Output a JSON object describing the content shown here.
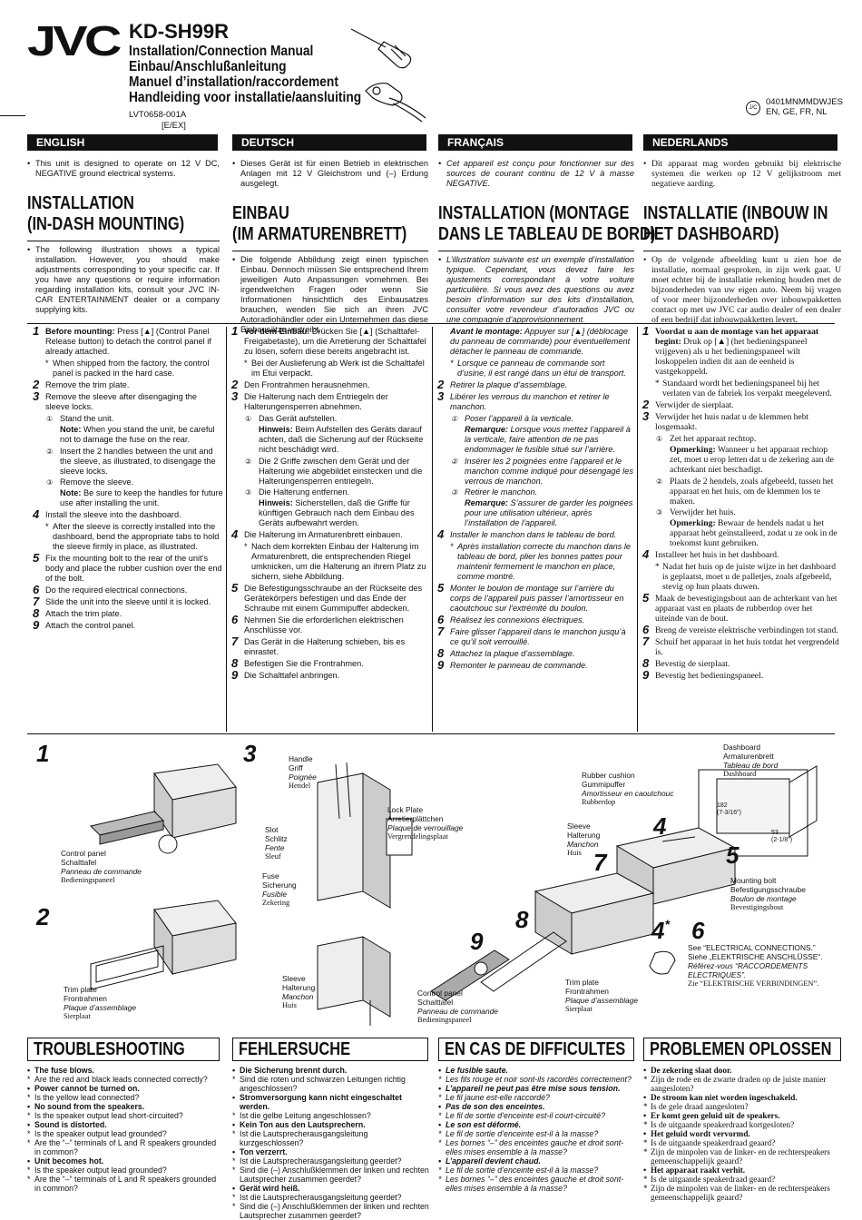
{
  "header": {
    "brand": "JVC",
    "model": "KD-SH99R",
    "titles": [
      "Installation/Connection Manual",
      "Einbau/Anschlußanleitung",
      "Manuel d’installation/raccordement",
      "Handleiding voor installatie/aansluiting"
    ],
    "doc_code": "LVT0658-001A",
    "doc_region": "[E/EX]",
    "badge": "J/C",
    "print_code": "0401MNMMDWJES",
    "languages_code": "EN, GE, FR, NL"
  },
  "lang_tabs": [
    "ENGLISH",
    "DEUTSCH",
    "FRANÇAIS",
    "NEDERLANDS"
  ],
  "intro": [
    "This unit is designed to operate on 12 V DC, NEGATIVE ground electrical systems.",
    "Dieses Gerät ist für einen Betrieb in elektrischen Anlagen mit 12 V Gleichstrom und (–) Erdung ausgelegt.",
    "Cet appareil est conçu pour fonctionner sur des sources de courant continu de 12 V à masse NEGATIVE.",
    "Dit apparaat mag worden gebruikt bij elektrische systemen die werken op 12 V gelijkstroom met negatieve aarding."
  ],
  "section_titles": [
    [
      "INSTALLATION",
      "(IN-DASH MOUNTING)"
    ],
    [
      "EINBAU",
      "(IM ARMATURENBRETT)"
    ],
    [
      "INSTALLATION (MONTAGE",
      "DANS LE TABLEAU DE BORD)"
    ],
    [
      "INSTALLATIE (INBOUW IN",
      "HET DASHBOARD)"
    ]
  ],
  "section_intro": [
    "The following illustration shows a typical installation. However, you should make adjustments corresponding to your specific car. If you have any questions or require information regarding installation kits, consult your JVC IN-CAR ENTERTAINMENT dealer or a company supplying kits.",
    "Die folgende Abbildung zeigt einen typischen Einbau. Dennoch müssen Sie entsprechend Ihrem jeweiligen Auto Anpassungen vornehmen. Bei irgendwelchen Fragen oder wenn Sie Informationen hinsichtlich des Einbausatzes brauchen, wenden Sie sich an ihren JVC Autoradiohändler oder ein Unternehmen das diese Einbausätze vertreibt.",
    "L’illustration suivante est un exemple d’installation typique. Cependant, vous devez faire les ajustements correspondant à votre voiture particulière. Si vous avez des questions ou avez besoin d’information sur des kits d’installation, consulter votre revendeur d’autoradios JVC ou une compagnie d’approvisionnement.",
    "Op de volgende afbeelding kunt u zien hoe de installatie, normaal gesproken, in zijn werk gaat. U moet echter bij de installatie rekening houden met de bijzonderheden van uw eigen auto. Neem bij vragen of voor meer bijzonderheden over inbouwpakketten contact op met uw JVC car audio dealer of een dealer of een bedrijf dat inbouwpakketten levert."
  ],
  "steps_en": {
    "s1a": "Before mounting:",
    "s1b": " Press [▲] (Control Panel Release button) to detach the control panel if already attached.",
    "s1note": "When shipped from the factory, the control panel is packed in the hard case.",
    "s2": "Remove the trim plate.",
    "s3": "Remove the sleeve after disengaging the sleeve locks.",
    "s3a": "Stand the unit.",
    "s3a_note_k": "Note:",
    "s3a_note": " When you stand the unit, be careful not to damage the fuse on the rear.",
    "s3b": "Insert the 2 handles between the unit and the sleeve, as illustrated, to disengage the sleeve locks.",
    "s3c": "Remove the sleeve.",
    "s3c_note_k": "Note:",
    "s3c_note": " Be sure to keep the handles for future use after installing the unit.",
    "s4": "Install the sleeve into the dashboard.",
    "s4note": "After the sleeve is correctly installed into the dashboard, bend the appropriate tabs to hold the sleeve firmly in place, as illustrated.",
    "s5": "Fix the mounting bolt to the rear of the unit’s body and place the rubber cushion over the end of the bolt.",
    "s6": "Do the required electrical connections.",
    "s7": "Slide the unit into the sleeve until it is locked.",
    "s8": "Attach the trim plate.",
    "s9": "Attach the control panel."
  },
  "steps_de": {
    "s1a": "Vor dem Einbau:",
    "s1b": " Drücken Sie [▲] (Schalttafel-Freigabetaste), um die Arretierung der Schalttafel zu lösen, sofern diese bereits angebracht ist.",
    "s1note": "Bei der Auslieferung ab Werk ist die Schalttafel im Etui verpackt.",
    "s2": "Den Frontrahmen herausnehmen.",
    "s3": "Die Halterung nach dem Entriegeln der Halterungensperren abnehmen.",
    "s3a": "Das Gerät aufstellen.",
    "s3a_note_k": "Hinweis:",
    "s3a_note": " Beim Aufstellen des Geräts darauf achten, daß die Sicherung auf der Rückseite nicht beschädigt wird.",
    "s3b": "Die 2 Griffe zwischen dem Gerät und der Halterung wie abgebildet einstecken und die Halterungensperren entriegeln.",
    "s3c": "Die Halterung entfernen.",
    "s3c_note_k": "Hinweis:",
    "s3c_note": " Sicherstellen, daß die Griffe für künftigen Gebrauch nach dem Einbau des Geräts aufbewahrt werden.",
    "s4": "Die Halterung im Armaturenbrett einbauen.",
    "s4note": "Nach dem korrekten Einbau der Halterung im Armaturenbrett, die entsprechenden Riegel umknicken, um die Halterung an ihrem Platz zu sichern, siehe Abbildung.",
    "s5": "Die Befestigungsschraube an der Rückseite des Gerätekörpers befestigen und das Ende der Schraube mit einem Gummipuffer abdecken.",
    "s6": "Nehmen Sie die erforderlichen elektrischen Anschlüsse vor.",
    "s7": "Das Gerät in die Halterung schieben, bis es einrastet.",
    "s8": "Befestigen Sie die Frontrahmen.",
    "s9": "Die Schalttafel anbringen."
  },
  "steps_fr": {
    "s1a": "Avant le montage:",
    "s1b": " Appuyer sur [▲] (déblocage du panneau de commande) pour éventuellement détacher le panneau de commande.",
    "s1note": "Lorsque ce panneau de commande sort d’usine, il est rangé dans un étui de transport.",
    "s2": "Retirer la plaque d’assemblage.",
    "s3": "Libérer les verrous du manchon et retirer le manchon.",
    "s3a": "Poser l’appareil à la verticale.",
    "s3a_note_k": "Remarque:",
    "s3a_note": " Lorsque vous mettez l’appareil à la verticale, faire attention de ne pas endommager le fusible situé sur l’arrière.",
    "s3b": "Insérer les 2 poignées entre l’appareil et le manchon comme indiqué pour désengagé les verrous de manchon.",
    "s3c": "Retirer le manchon.",
    "s3c_note_k": "Remarque:",
    "s3c_note": " S’assurer de garder les poignées pour une utilisation ultérieur, après l’installation de l’appareil.",
    "s4": "Installer le manchon dans le tableau de bord.",
    "s4note": "Après installation correcte du manchon dans le tableau de bord, plier les bonnes pattes pour maintenir fermement le manchon en place, comme montré.",
    "s5": "Monter le boulon de montage sur l’arrière du corps de l’appareil puis passer l’amortisseur en caoutchouc sur l’extrémité du boulon.",
    "s6": "Réalisez les connexions électriques.",
    "s7": "Faire glisser l’appareil dans le manchon jusqu’à ce qu’il soit verrouillé.",
    "s8": "Attachez la plaque d’assemblage.",
    "s9": "Remonter le panneau de commande."
  },
  "steps_nl": {
    "s1a": "Voordat u aan de montage van het apparaat begint:",
    "s1b": " Druk op [▲] (het bedieningspaneel vrijgeven) als u het bedieningspaneel wilt loskoppelen indien dit aan de eenheid is vastgekoppeld.",
    "s1note": "Standaard wordt het bedieningspaneel bij het verlaten van de fabriek los verpakt meegeleverd.",
    "s2": "Verwijder de sierplaat.",
    "s3": "Verwijder het huis nadat u de klemmen hebt losgemaakt.",
    "s3a": "Zet het apparaat rechtop.",
    "s3a_note_k": "Opmerking:",
    "s3a_note": " Wanneer u het apparaat rechtop zet, moet u erop letten dat u de zekering aan de achterkant niet beschadigt.",
    "s3b": "Plaats de 2 hendels, zoals afgebeeld, tussen het apparaat en het huis, om de klemmen los te maken.",
    "s3c": "Verwijder het huis.",
    "s3c_note_k": "Opmerking:",
    "s3c_note": " Bewaar de hendels nadat u het apparaat hebt geïnstalleerd, zodat u ze ook in de toekomst kunt gebruiken.",
    "s4": "Installeer het huis in het dashboard.",
    "s4note": "Nadat het huis op de juiste wijze in het dashboard is geplaatst, moet u de palletjes, zoals afgebeeld, stevig op hun plaats duwen.",
    "s5": "Maak de bevestigingsbout aan de achterkant van het apparaat vast en plaats de rubberdop over het uiteinde van de bout.",
    "s6": "Breng de vereiste elektrische verbindingen tot stand.",
    "s7": "Schuif het apparaat in het huis totdat het vergrendeld is.",
    "s8": "Bevestig de sierplaat.",
    "s9": "Bevestig het bedieningspaneel."
  },
  "figures": {
    "n1": "1",
    "n2": "2",
    "n3": "3",
    "n4": "4",
    "n4b": "4",
    "n4star": "*",
    "n5": "5",
    "n6": "6",
    "n7": "7",
    "n8": "8",
    "n9": "9",
    "control_panel_1": [
      "Control panel",
      "Schalttafel",
      "Panneau de commande",
      "Bedieningspaneel"
    ],
    "trim_plate_2": [
      "Trim plate",
      "Frontrahmen",
      "Plaque d’assemblage",
      "Sierplaat"
    ],
    "handle": [
      "Handle",
      "Griff",
      "Poignée",
      "Hendel"
    ],
    "slot": [
      "Slot",
      "Schlitz",
      "Fente",
      "Sleuf"
    ],
    "fuse": [
      "Fuse",
      "Sicherung",
      "Fusible",
      "Zekering"
    ],
    "lock_plate": [
      "Lock Plate",
      "Arretierplättchen",
      "Plaque de verrouillage",
      "Vergrendelingsplaat"
    ],
    "sleeve_3": [
      "Sleeve",
      "Halterung",
      "Manchon",
      "Huis"
    ],
    "rubber_cushion": [
      "Rubber cushion",
      "Gummipuffer",
      "Amortisseur en caoutchouc",
      "Rubberdop"
    ],
    "dashboard": [
      "Dashboard",
      "Armaturenbrett",
      "Tableau de bord",
      "Dashboard"
    ],
    "sleeve_7": [
      "Sleeve",
      "Halterung",
      "Manchon",
      "Huis"
    ],
    "mounting_bolt": [
      "Mounting bolt",
      "Befestigungsschraube",
      "Boulon de montage",
      "Bevestigingsbout"
    ],
    "see_conn": [
      "See “ELECTRICAL CONNECTIONS.”",
      "Siehe „ELEKTRISCHE ANSCHLÜSSE“.",
      "Référez-vous “RACCORDEMENTS ELECTRIQUES”.",
      "Zie “ELEKTRISCHE VERBINDINGEN”."
    ],
    "control_panel_9": [
      "Control panel",
      "Schalttafel",
      "Panneau de commande",
      "Bedieningspaneel"
    ],
    "trim_plate_8": [
      "Trim plate",
      "Frontrahmen",
      "Plaque d’assemblage",
      "Sierplaat"
    ],
    "dash_dims": [
      "182",
      "(7-3/16\")",
      "53",
      "(2-1/8\")"
    ]
  },
  "troubleshooting": {
    "titles": [
      "TROUBLESHOOTING",
      "FEHLERSUCHE",
      "EN CAS DE DIFFICULTES",
      "PROBLEMEN OPLOSSEN"
    ],
    "en": [
      {
        "q": "The fuse blows.",
        "a": [
          "Are the red and black leads connected correctly?"
        ]
      },
      {
        "q": "Power cannot be turned on.",
        "a": [
          "Is the yellow lead connected?"
        ]
      },
      {
        "q": "No sound from the speakers.",
        "a": [
          "Is the speaker output lead short-circuited?"
        ]
      },
      {
        "q": "Sound is distorted.",
        "a": [
          "Is the speaker output lead grounded?",
          "Are the “–” terminals of L and R speakers grounded in common?"
        ]
      },
      {
        "q": "Unit becomes hot.",
        "a": [
          "Is the speaker output lead grounded?",
          "Are the “–” terminals of L and R speakers grounded in common?"
        ]
      }
    ],
    "de": [
      {
        "q": "Die Sicherung brennt durch.",
        "a": [
          "Sind die roten und schwarzen Leitungen richtig angeschlossen?"
        ]
      },
      {
        "q": "Stromversorgung kann nicht eingeschaltet werden.",
        "a": [
          "Ist die gelbe Leitung angeschlossen?"
        ]
      },
      {
        "q": "Kein Ton aus den Lautsprechern.",
        "a": [
          "Ist die Lautsprecherausgangsleitung kurzgeschlossen?"
        ]
      },
      {
        "q": "Ton verzerrt.",
        "a": [
          "Ist die Lautsprecherausgangsleitung geerdet?",
          "Sind die (–) Anschlußklemmen der linken und rechten Lautsprecher zusammen geerdet?"
        ]
      },
      {
        "q": "Gerät wird heiß.",
        "a": [
          "Ist die Lautsprecherausgangsleitung geerdet?",
          "Sind die (–) Anschlußklemmen der linken und rechten Lautsprecher zusammen geerdet?"
        ]
      }
    ],
    "fr": [
      {
        "q": "Le fusible saute.",
        "a": [
          "Les fils rouge et noir sont-ils racordés correctement?"
        ]
      },
      {
        "q": "L’appareil ne peut pas être mise sous tension.",
        "a": [
          "Le fil jaune est-elle raccordé?"
        ]
      },
      {
        "q": "Pas de son des enceintes.",
        "a": [
          "Le fil de sortie d’enceinte est-il court-circuité?"
        ]
      },
      {
        "q": "Le son est déformé.",
        "a": [
          "Le fil de sortie d’enceinte est-il à la masse?",
          "Les bornes “–” des enceintes gauche et droit sont-elles mises ensemble à la masse?"
        ]
      },
      {
        "q": "L’appareil devient chaud.",
        "a": [
          "Le fil de sortie d’enceinte est-il à la masse?",
          "Les bornes “–” des enceintes gauche et droit sont-elles mises ensemble à la masse?"
        ]
      }
    ],
    "nl": [
      {
        "q": "De zekering slaat door.",
        "a": [
          "Zijn de rode en de zwarte draden op de juiste manier aangesloten?"
        ]
      },
      {
        "q": "De stroom kan niet worden ingeschakeld.",
        "a": [
          "Is de gele draad aangesloten?"
        ]
      },
      {
        "q": "Er komt geen geluid uit de speakers.",
        "a": [
          "Is de uitgaande speakerdraad kortgesloten?"
        ]
      },
      {
        "q": "Het geluid wordt vervormd.",
        "a": [
          "Is de uitgaande speakerdraad geaard?",
          "Zijn de minpolen van de linker- en de rechterspeakers gemeenschappelijk geaard?"
        ]
      },
      {
        "q": "Het apparaat raakt verhit.",
        "a": [
          "Is de uitgaande speakerdraad geaard?",
          "Zijn de minpolen van de linker- en de rechterspeakers gemeenschappelijk geaard?"
        ]
      }
    ]
  }
}
